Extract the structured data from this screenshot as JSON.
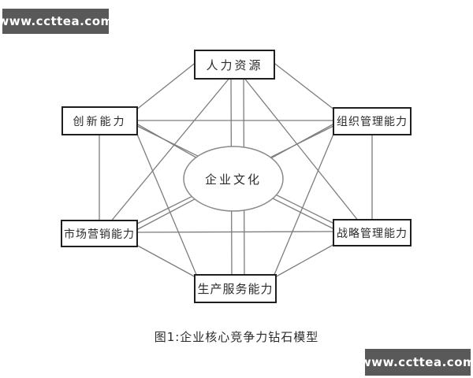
{
  "watermarks": {
    "top_left": "www.ccttea.com",
    "bottom_right": "www.ccttea.com"
  },
  "diagram": {
    "type": "network-diagram",
    "center": {
      "label": "企业文化",
      "shape": "ellipse"
    },
    "nodes": [
      {
        "id": "top",
        "label": "人力资源"
      },
      {
        "id": "left-top",
        "label": "创新能力"
      },
      {
        "id": "right-top",
        "label": "组织管理能力"
      },
      {
        "id": "left-bottom",
        "label": "市场营销能力"
      },
      {
        "id": "right-bottom",
        "label": "战略管理能力"
      },
      {
        "id": "bottom",
        "label": "生产服务能力"
      }
    ],
    "connectivity": "every outer node connected to every other outer node and to the center ellipse",
    "caption": "图1:企业核心竞争力钻石模型"
  },
  "colors": {
    "background": "#ffffff",
    "box_border": "#1f1f1f",
    "line": "#7d7d7d",
    "ellipse_stroke": "#8a8a8a",
    "text": "#2b2b2b",
    "watermark_bg": "#595959",
    "watermark_text": "#ffffff"
  }
}
